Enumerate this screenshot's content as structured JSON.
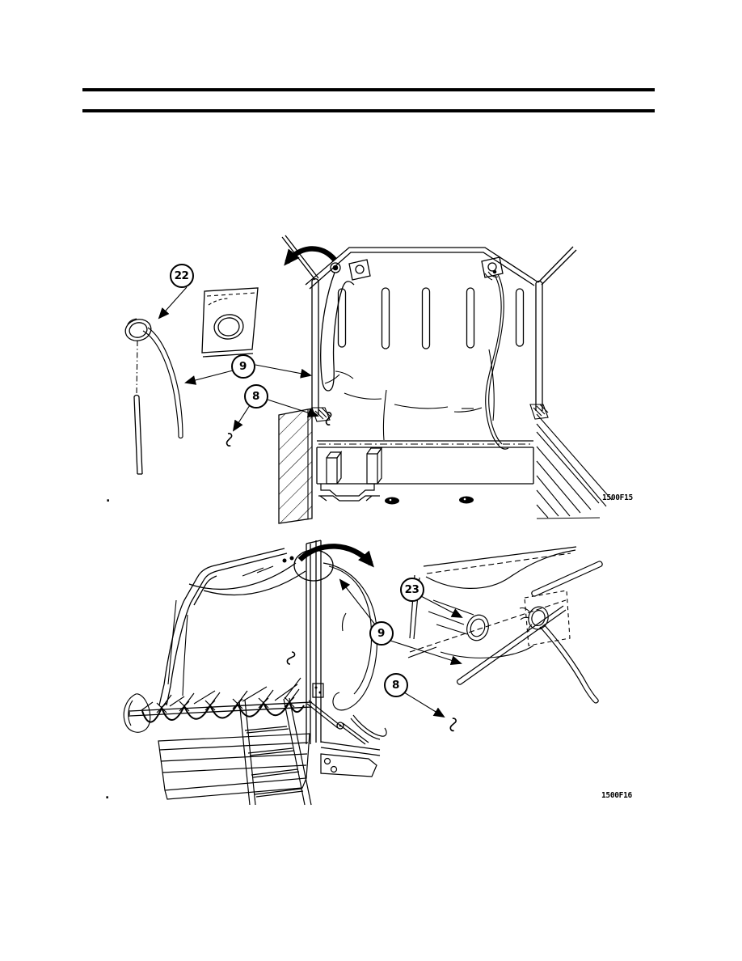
{
  "page": {
    "ink_color": "#000000",
    "paper_color": "#ffffff"
  },
  "figures": [
    {
      "id": "figure-top",
      "figure_code": "1500F15",
      "callouts": [
        {
          "label": "22"
        },
        {
          "label": "9"
        },
        {
          "label": "8"
        }
      ]
    },
    {
      "id": "figure-bottom",
      "figure_code": "1500F16",
      "callouts": [
        {
          "label": "23"
        },
        {
          "label": "9"
        },
        {
          "label": "8"
        }
      ]
    }
  ],
  "stray_marks": [
    ".",
    "."
  ]
}
